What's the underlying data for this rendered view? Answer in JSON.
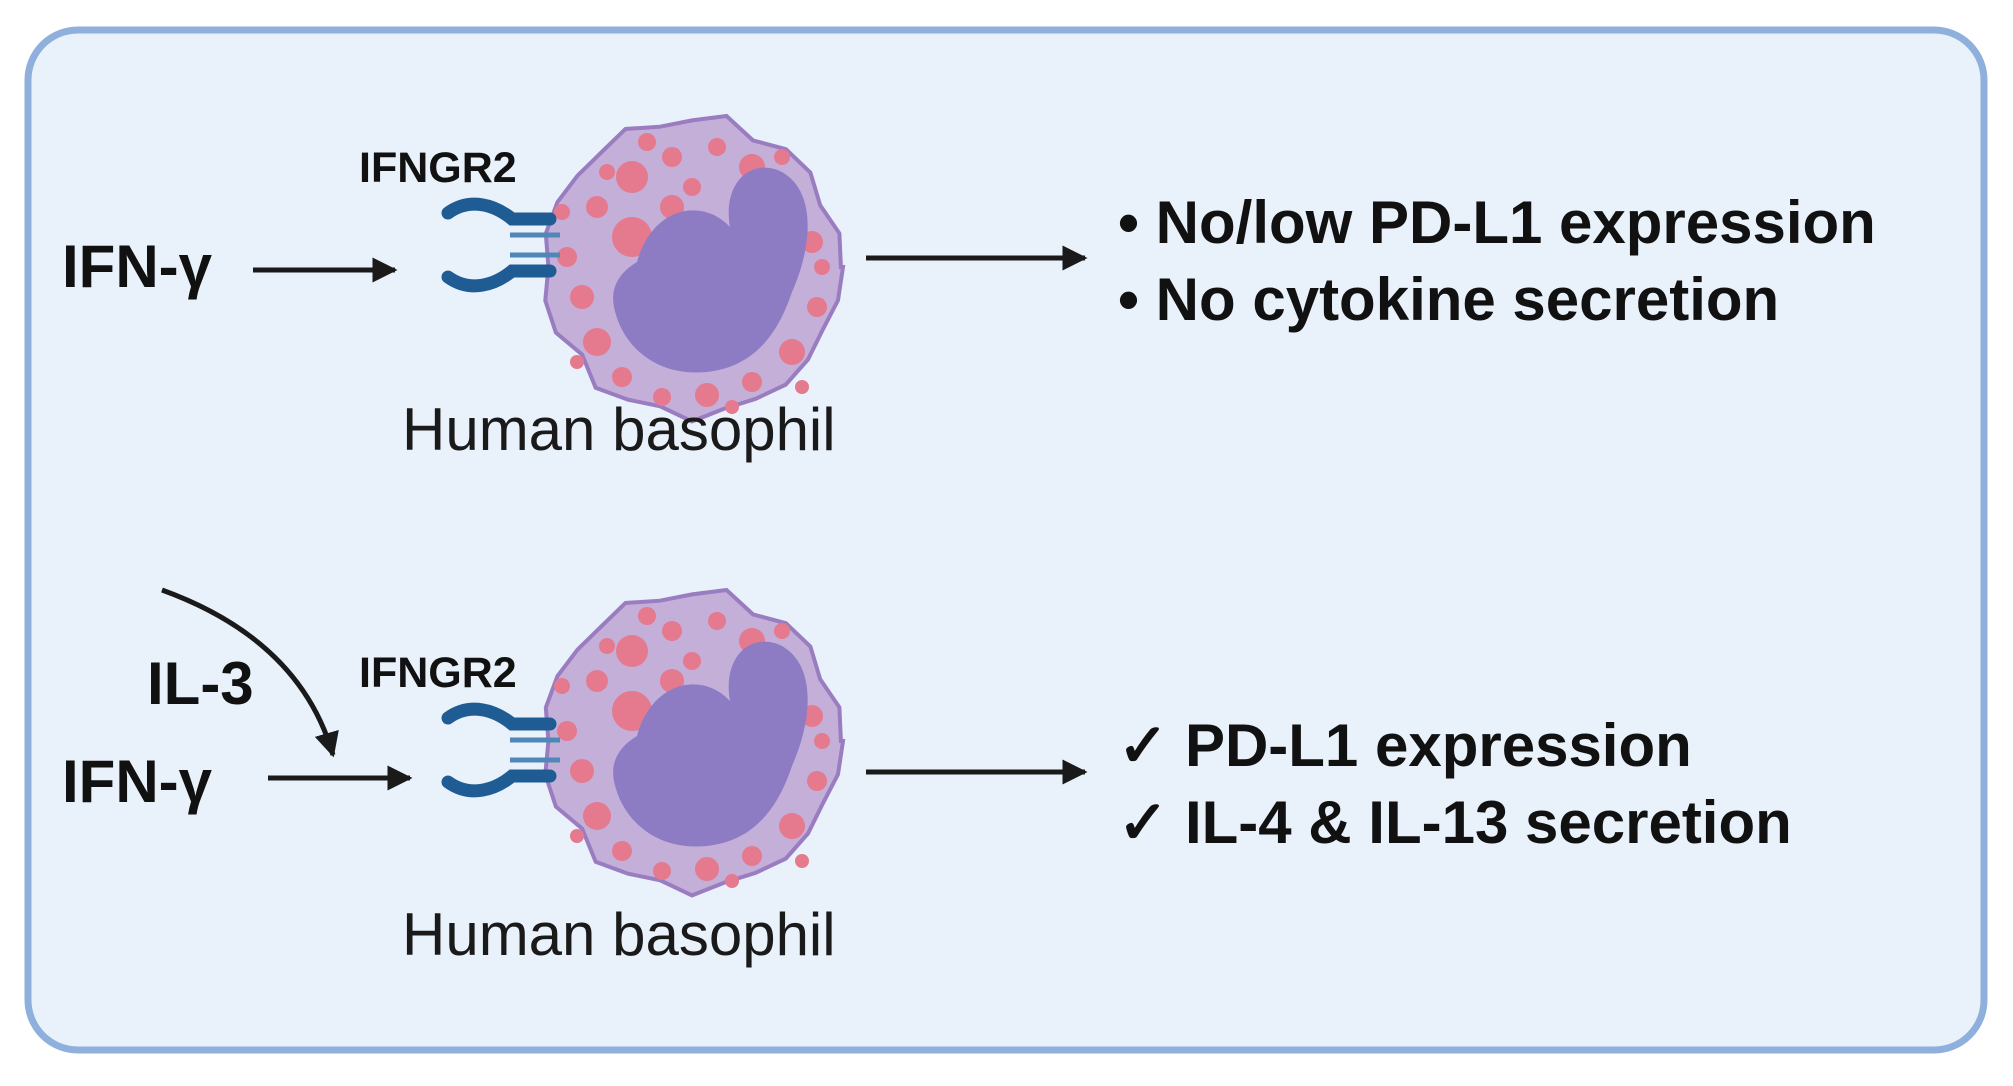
{
  "colors": {
    "panel_fill": "#e9f1fb",
    "panel_border": "#8fb0dd",
    "cytoplasm": "#c4afd9",
    "cell_outline": "#9a7cc0",
    "nucleus": "#8d7cc3",
    "granule": "#e5798e",
    "receptor": "#1f5c93",
    "arrow": "#1a1a1a"
  },
  "panels": [
    {
      "stimuli": [
        "IFN-γ"
      ],
      "receptor_label": "IFNGR2",
      "cell_label": "Human basophil",
      "outcomes": [
        "• No/low PD-L1 expression",
        "• No cytokine secretion"
      ]
    },
    {
      "stimuli": [
        "IL-3",
        "IFN-γ"
      ],
      "receptor_label": "IFNGR2",
      "cell_label": "Human basophil",
      "outcomes": [
        "✓ PD-L1 expression",
        "✓ IL-4 & IL-13 secretion"
      ]
    }
  ]
}
